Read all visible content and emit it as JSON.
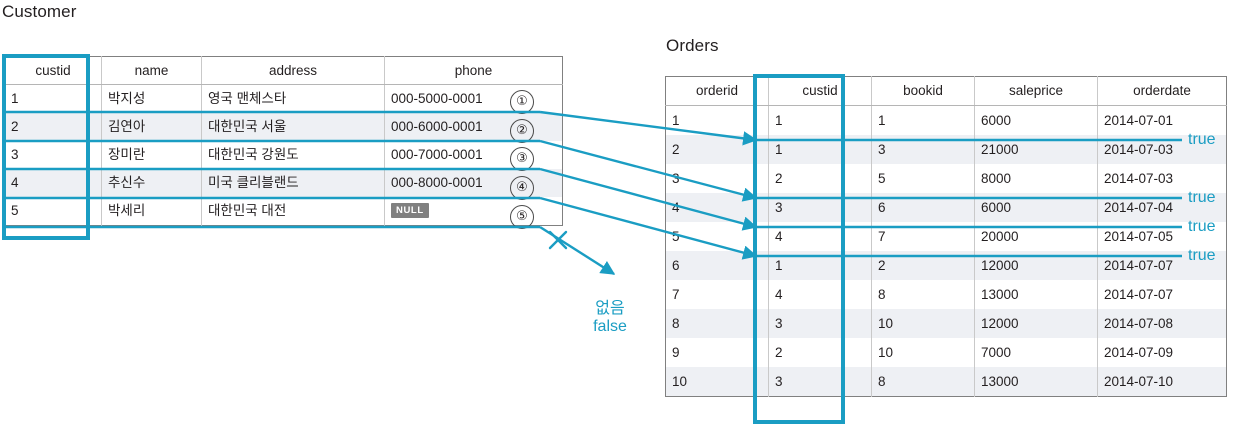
{
  "diagram": {
    "accent_color": "#1a9dc3",
    "text_color": "#231f20",
    "alt_row_color": "#eef0f4",
    "border_color": "#808080"
  },
  "customer": {
    "title": "Customer",
    "columns": [
      "custid",
      "name",
      "address",
      "phone"
    ],
    "rows": [
      {
        "custid": "1",
        "name": "박지성",
        "address": "영국 맨체스타",
        "phone": "000-5000-0001",
        "phone_is_null": false
      },
      {
        "custid": "2",
        "name": "김연아",
        "address": "대한민국 서울",
        "phone": "000-6000-0001",
        "phone_is_null": false
      },
      {
        "custid": "3",
        "name": "장미란",
        "address": "대한민국 강원도",
        "phone": "000-7000-0001",
        "phone_is_null": false
      },
      {
        "custid": "4",
        "name": "추신수",
        "address": "미국 클리블랜드",
        "phone": "000-8000-0001",
        "phone_is_null": false
      },
      {
        "custid": "5",
        "name": "박세리",
        "address": "대한민국 대전",
        "phone": "NULL",
        "phone_is_null": true
      }
    ],
    "highlight_column": "custid"
  },
  "orders": {
    "title": "Orders",
    "columns": [
      "orderid",
      "custid",
      "bookid",
      "saleprice",
      "orderdate"
    ],
    "rows": [
      {
        "orderid": "1",
        "custid": "1",
        "bookid": "1",
        "saleprice": "6000",
        "orderdate": "2014-07-01"
      },
      {
        "orderid": "2",
        "custid": "1",
        "bookid": "3",
        "saleprice": "21000",
        "orderdate": "2014-07-03"
      },
      {
        "orderid": "3",
        "custid": "2",
        "bookid": "5",
        "saleprice": "8000",
        "orderdate": "2014-07-03"
      },
      {
        "orderid": "4",
        "custid": "3",
        "bookid": "6",
        "saleprice": "6000",
        "orderdate": "2014-07-04"
      },
      {
        "orderid": "5",
        "custid": "4",
        "bookid": "7",
        "saleprice": "20000",
        "orderdate": "2014-07-05"
      },
      {
        "orderid": "6",
        "custid": "1",
        "bookid": "2",
        "saleprice": "12000",
        "orderdate": "2014-07-07"
      },
      {
        "orderid": "7",
        "custid": "4",
        "bookid": "8",
        "saleprice": "13000",
        "orderdate": "2014-07-07"
      },
      {
        "orderid": "8",
        "custid": "3",
        "bookid": "10",
        "saleprice": "12000",
        "orderdate": "2014-07-08"
      },
      {
        "orderid": "9",
        "custid": "2",
        "bookid": "10",
        "saleprice": "7000",
        "orderdate": "2014-07-09"
      },
      {
        "orderid": "10",
        "custid": "3",
        "bookid": "8",
        "saleprice": "13000",
        "orderdate": "2014-07-10"
      }
    ],
    "highlight_column": "custid"
  },
  "markers": {
    "items": [
      {
        "label": "①",
        "customer_custid": "1",
        "result": "true"
      },
      {
        "label": "②",
        "customer_custid": "2",
        "result": "true"
      },
      {
        "label": "③",
        "customer_custid": "3",
        "result": "true"
      },
      {
        "label": "④",
        "customer_custid": "4",
        "result": "true"
      },
      {
        "label": "⑤",
        "customer_custid": "5",
        "result": "false"
      }
    ]
  },
  "match_labels": [
    {
      "text": "true"
    },
    {
      "text": "true"
    },
    {
      "text": "true"
    },
    {
      "text": "true"
    }
  ],
  "no_match": {
    "korean": "없음",
    "english": "false",
    "cross_mark": "×"
  }
}
